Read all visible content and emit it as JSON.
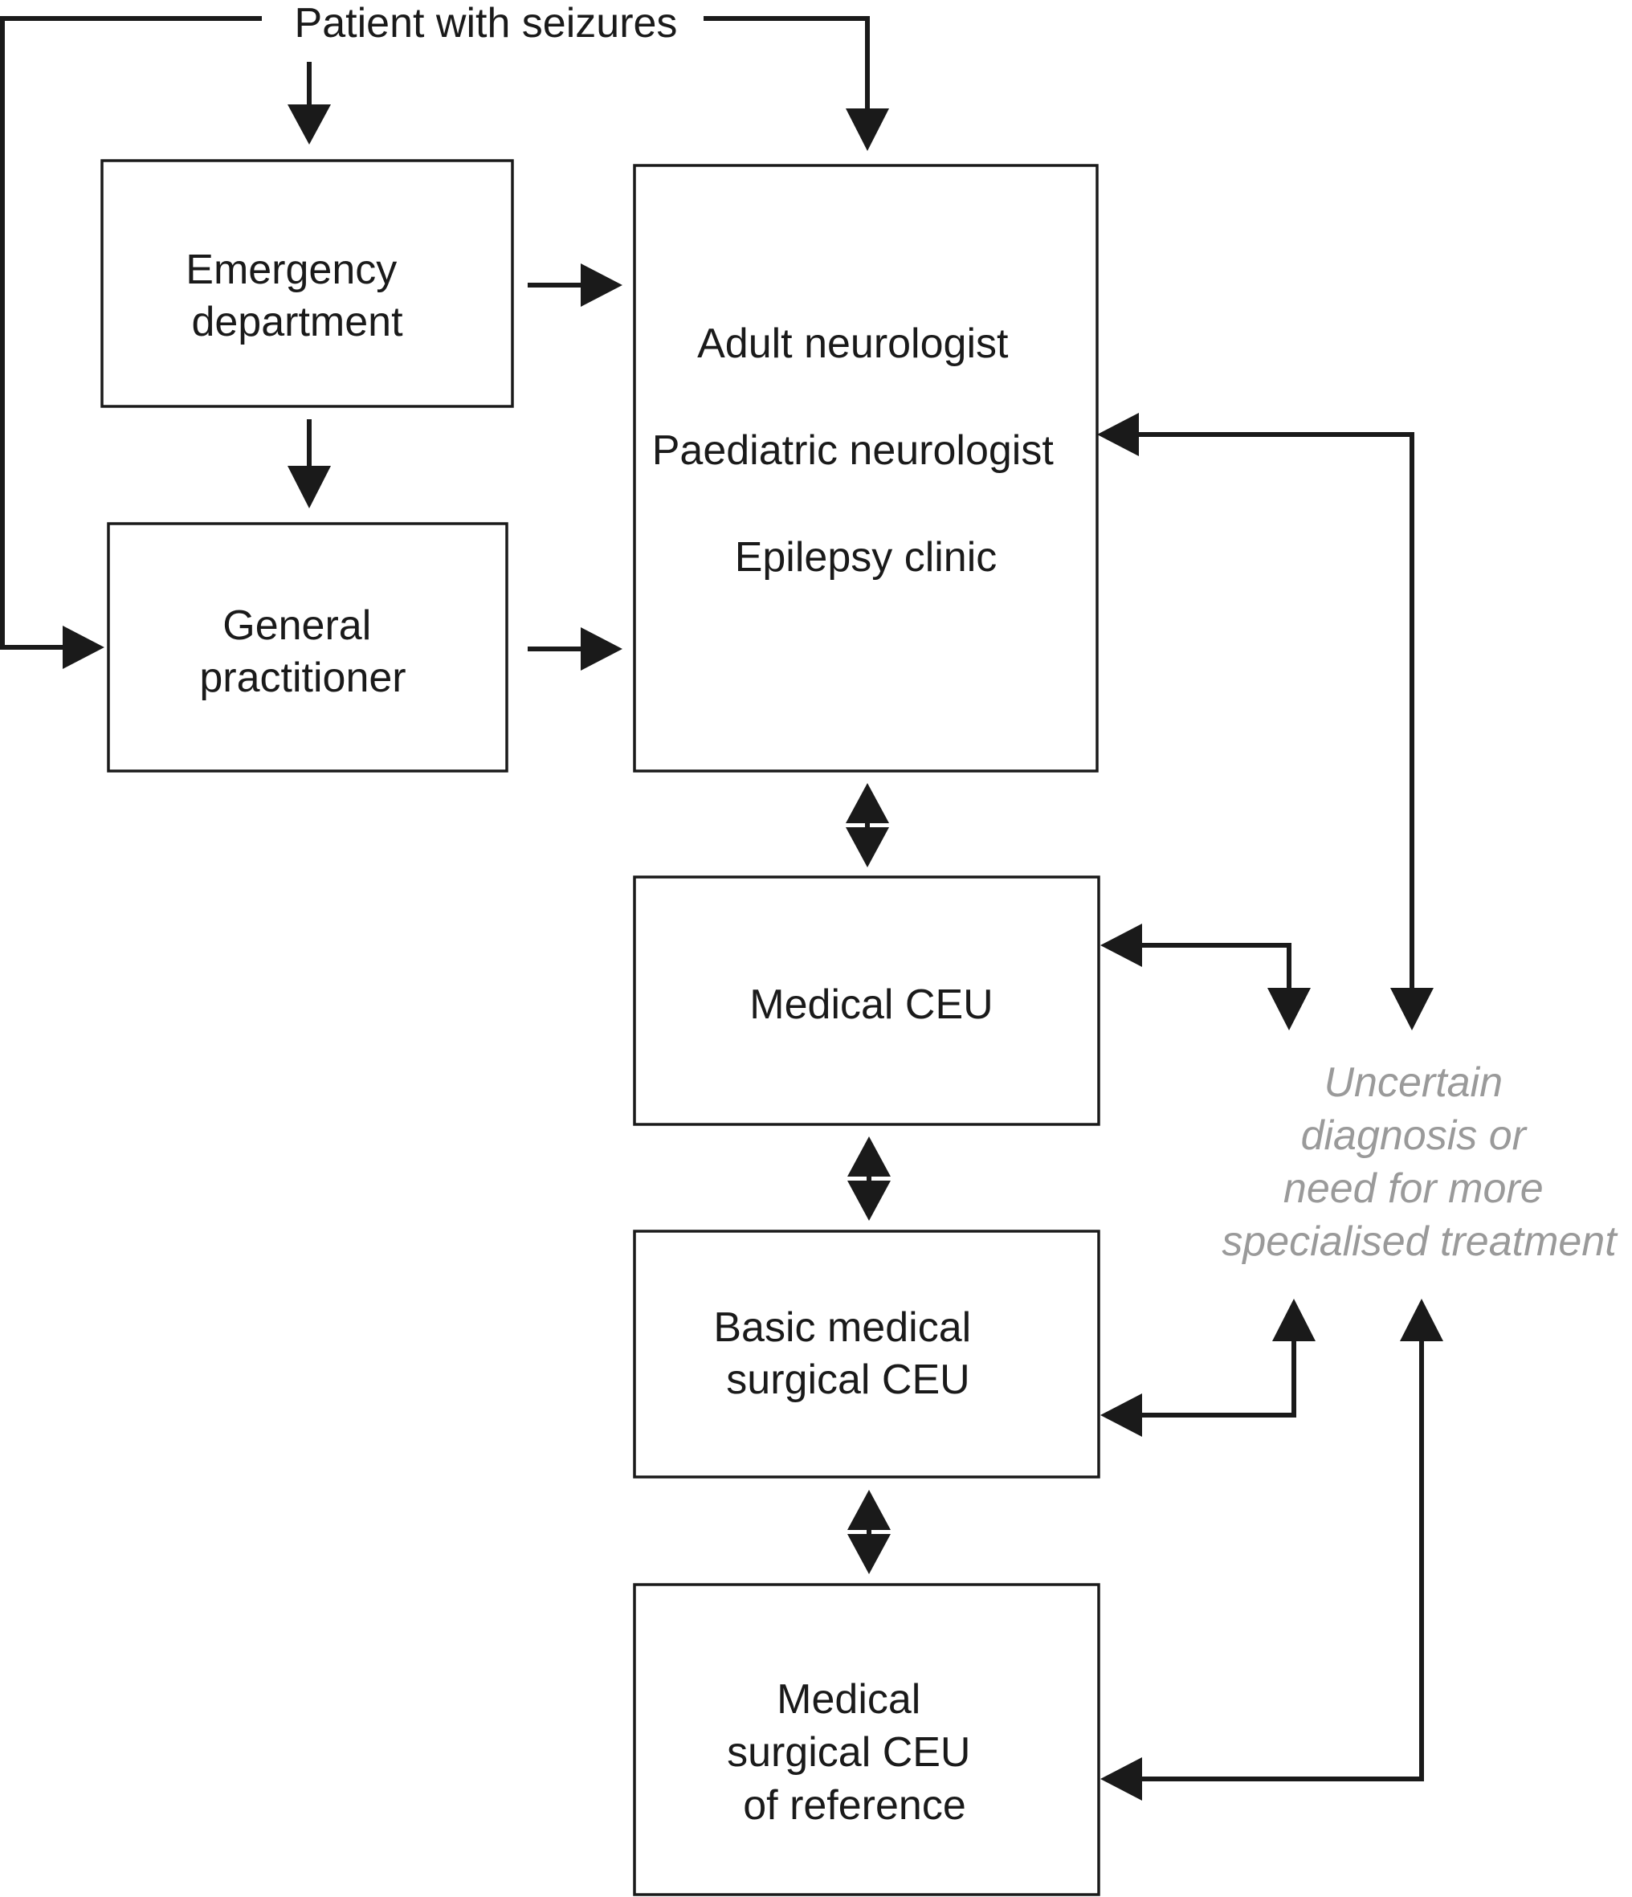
{
  "diagram": {
    "start": "Patient with seizures",
    "emergency": [
      "Emergency",
      "department"
    ],
    "gp": [
      "General",
      "practitioner"
    ],
    "specialists": [
      "Adult neurologist",
      "Paediatric neurologist",
      "Epilepsy clinic"
    ],
    "medical_ceu": "Medical CEU",
    "basic_ceu": [
      "Basic medical",
      "surgical CEU"
    ],
    "reference_ceu": [
      "Medical",
      "surgical CEU",
      "of reference"
    ],
    "uncertain": [
      "Uncertain",
      "diagnosis or",
      "need for more",
      "specialised treatment"
    ]
  },
  "colors": {
    "ink": "#1a1a1a",
    "note": "#9a9a9a"
  }
}
